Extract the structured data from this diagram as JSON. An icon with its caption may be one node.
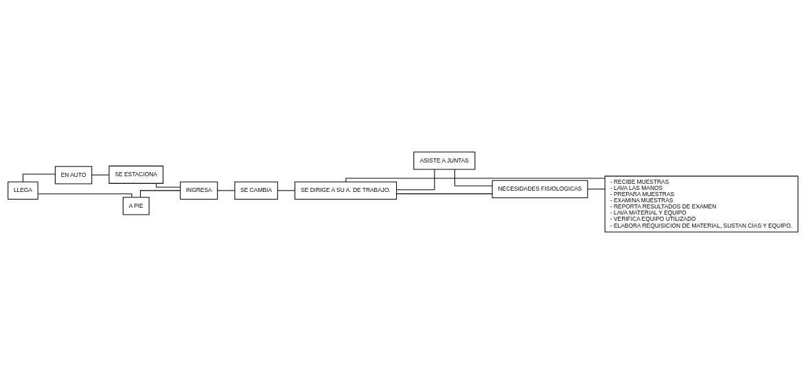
{
  "diagram": {
    "nodes": [
      {
        "text": [
          "LLEGA"
        ]
      },
      {
        "text": [
          "EN AUTO"
        ]
      },
      {
        "text": [
          "SE ESTACIONA"
        ]
      },
      {
        "text": [
          "A PIE"
        ]
      },
      {
        "text": [
          "INGRESA"
        ]
      },
      {
        "text": [
          "SE CAMBIA"
        ]
      },
      {
        "text": [
          "ASISTE A JUNTAS"
        ]
      },
      {
        "text": [
          "SE DIRIGE A SU A. DE TRABAJO."
        ]
      },
      {
        "text": [
          "NECESIDADES FISIOLOGICAS"
        ]
      },
      {
        "text": [
          "- RECIBE MUESTRAS",
          "- LAVA LAS MANOS",
          "- PREPARA MUESTRAS",
          "- EXAMINA MUESTRAS",
          "- REPORTA RESULTADOS DE EXAMEN",
          "- LAVA MATERIAL Y EQUIPO",
          "- VERIFICA EQUIPO UTILIZADO",
          "- ELABORA REQUISICION DE MATERIAL, SUSTAN CIAS Y EQUIPO."
        ]
      }
    ],
    "edges": [
      {
        "from": 0,
        "to": 1,
        "arrow": "none"
      },
      {
        "from": 1,
        "to": 2,
        "arrow": "none"
      },
      {
        "from": 0,
        "to": 3,
        "arrow": "none"
      },
      {
        "from": 3,
        "to": 4,
        "arrow": "none"
      },
      {
        "from": 2,
        "to": 4,
        "arrow": "none"
      },
      {
        "from": 4,
        "to": 5,
        "arrow": "none"
      },
      {
        "from": 5,
        "to": 7,
        "arrow": "none"
      },
      {
        "from": 7,
        "to": 6,
        "arrow": "none"
      },
      {
        "from": 6,
        "to": 8,
        "arrow": "none"
      },
      {
        "from": 7,
        "to": 8,
        "arrow": "none"
      },
      {
        "from": 7,
        "to": 9,
        "arrow": "none"
      },
      {
        "from": 8,
        "to": 9,
        "arrow": "none"
      }
    ]
  }
}
